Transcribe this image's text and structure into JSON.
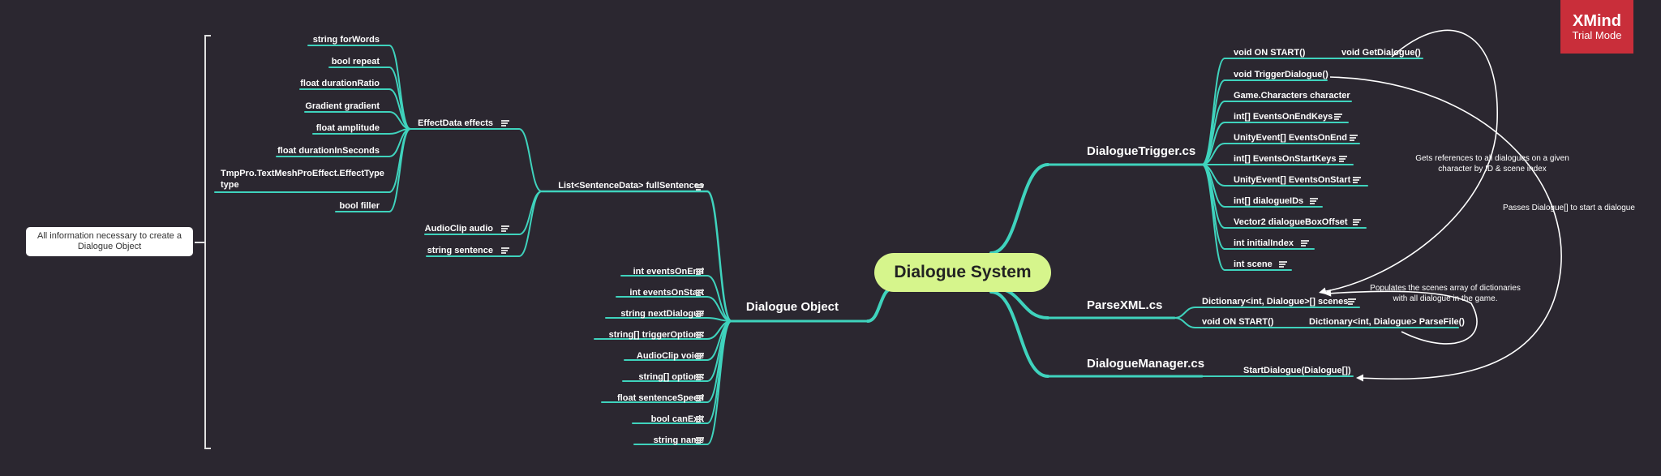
{
  "root": {
    "label": "Dialogue System"
  },
  "summary": {
    "label": "All information necessary to create a Dialogue Object"
  },
  "watermark": {
    "brand": "XMind",
    "mode": "Trial Mode"
  },
  "colors": {
    "background": "#2b2730",
    "branch": "#3fd3bd",
    "root": "#d6f58c",
    "badge": "#c92e3a"
  },
  "left": {
    "dialogue_object": {
      "label": "Dialogue Object",
      "children": [
        {
          "label": "int eventsOnEnd",
          "has_note": true
        },
        {
          "label": "int eventsOnStart",
          "has_note": true
        },
        {
          "label": "string nextDialogue",
          "has_note": true
        },
        {
          "label": "string[] triggerOptions",
          "has_note": true
        },
        {
          "label": "AudioClip voice",
          "has_note": true
        },
        {
          "label": "string[] options",
          "has_note": true
        },
        {
          "label": "float sentenceSpeed",
          "has_note": true
        },
        {
          "label": "bool canExit",
          "has_note": true
        },
        {
          "label": "string name",
          "has_note": true
        }
      ],
      "full_sentences": {
        "label": "List<SentenceData> fullSentences",
        "children": [
          {
            "label": "AudioClip audio",
            "has_note": true
          },
          {
            "label": "string sentence",
            "has_note": true
          }
        ],
        "effect_data": {
          "label": "EffectData effects",
          "children": [
            {
              "label": "string forWords"
            },
            {
              "label": "bool repeat"
            },
            {
              "label": "float durationRatio"
            },
            {
              "label": "Gradient gradient"
            },
            {
              "label": "float amplitude"
            },
            {
              "label": "float durationInSeconds"
            },
            {
              "label": "TmpPro.TextMeshProEffect.EffectType type"
            },
            {
              "label": "bool filler"
            }
          ]
        }
      }
    }
  },
  "right": {
    "dialogue_trigger": {
      "label": "DialogueTrigger.cs",
      "children": [
        {
          "label": "void ON START()",
          "child": "void GetDialogue()"
        },
        {
          "label": "void TriggerDialogue()"
        },
        {
          "label": "Game.Characters character"
        },
        {
          "label": "int[] EventsOnEndKeys",
          "has_note": true
        },
        {
          "label": "UnityEvent[] EventsOnEnd",
          "has_note": true
        },
        {
          "label": "int[] EventsOnStartKeys",
          "has_note": true
        },
        {
          "label": "UnityEvent[] EventsOnStart",
          "has_note": true
        },
        {
          "label": "int[] dialogueIDs",
          "has_note": true
        },
        {
          "label": "Vector2 dialogueBoxOffset",
          "has_note": true
        },
        {
          "label": "int initialIndex",
          "has_note": true
        },
        {
          "label": "int scene",
          "has_note": true
        }
      ]
    },
    "parse_xml": {
      "label": "ParseXML.cs",
      "children": [
        {
          "label": "Dictionary<int, Dialogue>[] scenes",
          "has_note": true
        },
        {
          "label": "void ON START()",
          "child": "Dictionary<int, Dialogue> ParseFile()"
        }
      ]
    },
    "dialogue_manager": {
      "label": "DialogueManager.cs",
      "children": [
        {
          "label": "StartDialogue(Dialogue[])"
        }
      ]
    }
  },
  "relationships": [
    {
      "label": "Gets references to all dialogues on a given character by ID & scene index"
    },
    {
      "label": "Passes Dialogue[] to start a dialogue"
    },
    {
      "label": "Populates the scenes array of dictionaries with all dialogue in the game."
    }
  ]
}
